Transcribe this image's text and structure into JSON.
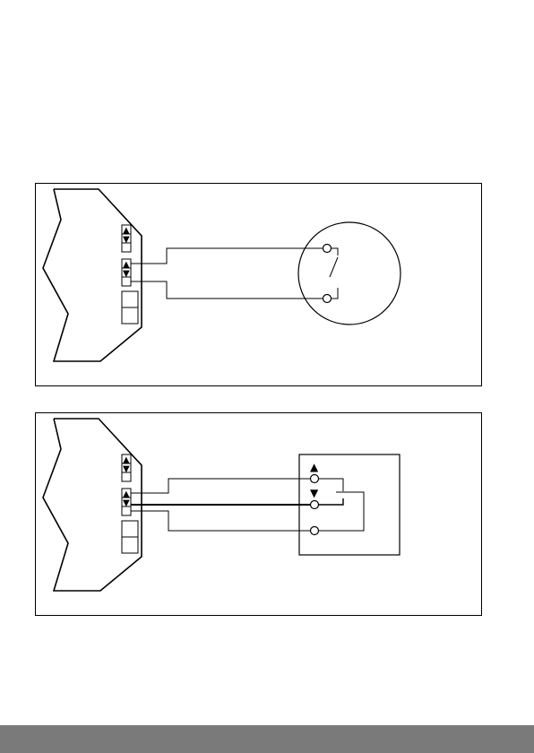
{
  "diagrams": [
    {
      "id": "single-button-wiring",
      "button_type": "round-push-button",
      "terminal_symbols": {
        "up": "▲",
        "down": "▼"
      }
    },
    {
      "id": "double-button-wiring",
      "button_type": "square-up-down-switch",
      "terminal_symbols": {
        "up": "▲",
        "down": "▼"
      },
      "switch_labels": {
        "up": "▲",
        "down": "▼"
      }
    }
  ],
  "footer": {
    "color": "#7a7a7a"
  }
}
